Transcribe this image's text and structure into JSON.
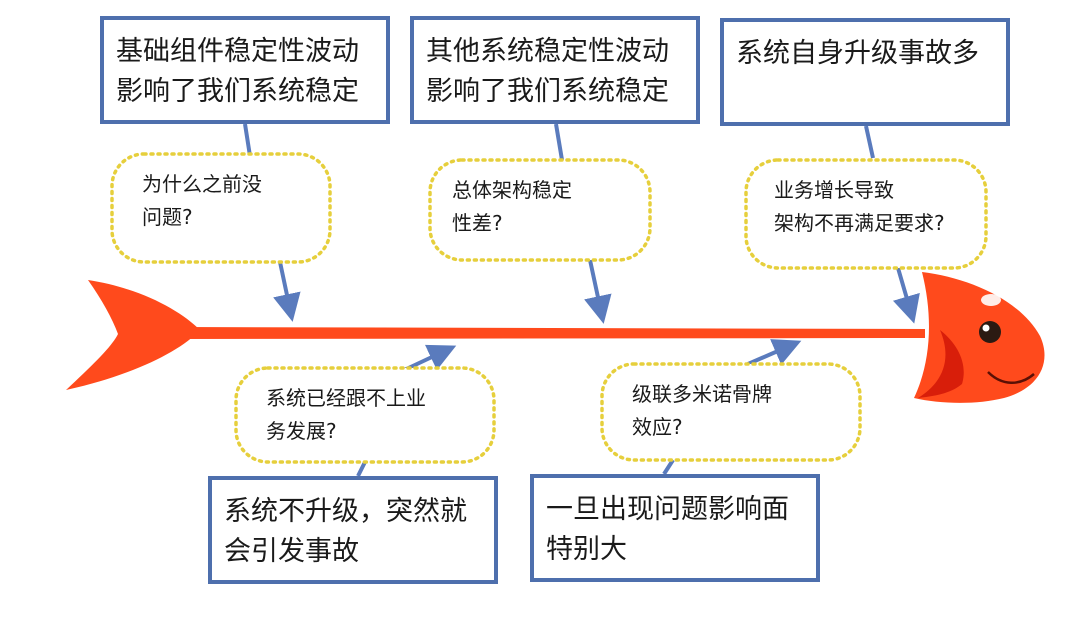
{
  "causes_top": [
    {
      "box_text": "基础组件稳定性波动\n影响了我们系统稳定",
      "question": "为什么之前没\n问题?"
    },
    {
      "box_text": "其他系统稳定性波动\n影响了我们系统稳定",
      "question": "总体架构稳定\n性差?"
    },
    {
      "box_text": "系统自身升级事故多",
      "question": "业务增长导致\n架构不再满足要求?"
    }
  ],
  "causes_bottom": [
    {
      "box_text": "系统不升级，突然就\n会引发事故",
      "question": "系统已经跟不上业\n务发展?"
    },
    {
      "box_text": "一旦出现问题影响面\n特别大",
      "question": "级联多米诺骨牌\n效应?"
    }
  ],
  "colors": {
    "box_border": "#4e6fad",
    "arrow": "#5a7bbd",
    "bubble_border": "#e6cf3c",
    "fish": "#ff4a1c",
    "fish_dark": "#e0200a"
  }
}
